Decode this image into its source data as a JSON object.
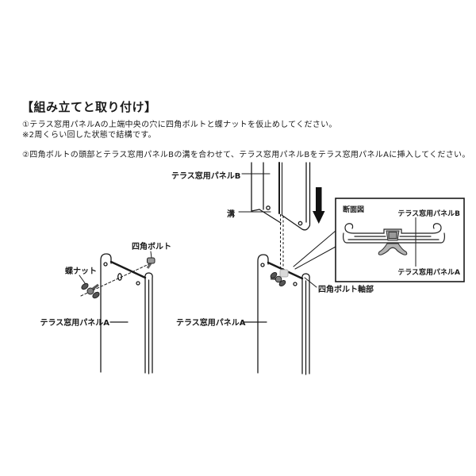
{
  "header": {
    "title": "【組み立てと取り付け】",
    "step1": "①テラス窓用パネルAの上端中央の穴に四角ボルトと蝶ナットを仮止めしてください。",
    "note": "※2周くらい回した状態で結構です。",
    "step2": "②四角ボルトの頭部とテラス窓用パネルBの溝を合わせて、テラス窓用パネルBをテラス窓用パネルAに挿入してください。"
  },
  "diagram": {
    "labels": {
      "panel_b": "テラス窓用パネルB",
      "groove": "溝",
      "wing_nut": "蝶ナット",
      "square_bolt": "四角ボルト",
      "panel_a_left": "テラス窓用パネルA",
      "panel_a_mid": "テラス窓用パネルA",
      "bolt_shaft": "四角ボルト軸部"
    },
    "section_view": {
      "title": "断面図",
      "panel_b": "テラス窓用パネルB",
      "panel_a": "テラス窓用パネルA"
    },
    "colors": {
      "line": "#1a1a1a",
      "metal_gray": "#b3b3b3",
      "dark_gray": "#555555",
      "ghost_gray": "#d9d9d9"
    }
  }
}
